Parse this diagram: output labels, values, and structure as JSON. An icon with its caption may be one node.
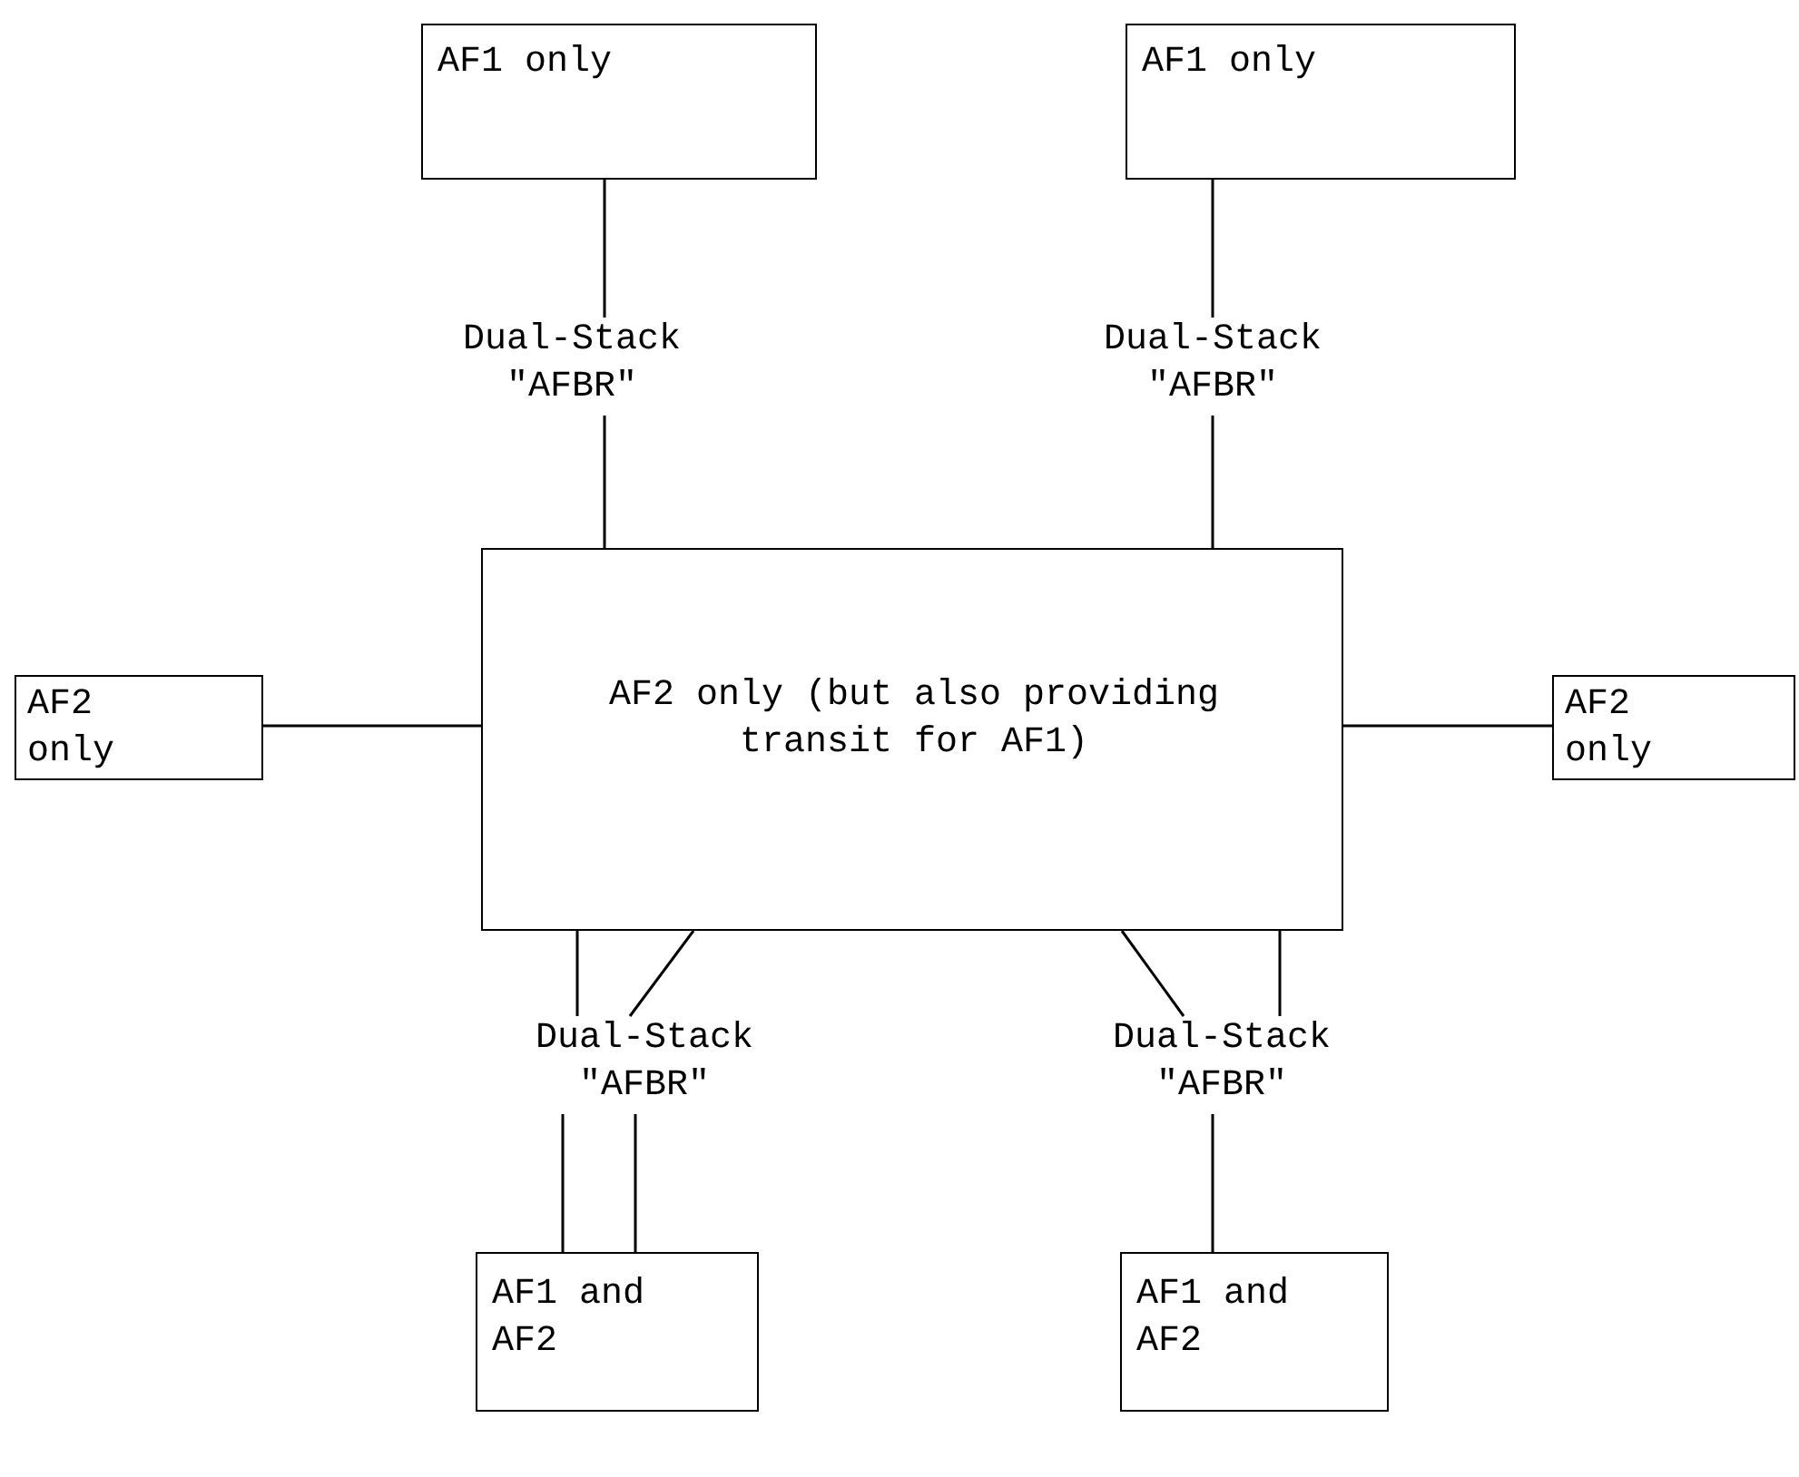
{
  "diagram": {
    "nodes": [
      {
        "text": [
          "AF1 only"
        ]
      },
      {
        "text": [
          "AF1 only"
        ]
      },
      {
        "text": [
          "Dual-Stack \"AFBR\""
        ]
      },
      {
        "text": [
          "Dual-Stack \"AFBR\""
        ]
      },
      {
        "text": [
          "AF2 only (but also providing transit for AF1)"
        ]
      },
      {
        "text": [
          "AF2 only"
        ]
      },
      {
        "text": [
          "AF2 only"
        ]
      },
      {
        "text": [
          "Dual-Stack \"AFBR\""
        ]
      },
      {
        "text": [
          "Dual-Stack \"AFBR\""
        ]
      },
      {
        "text": [
          "AF1 and AF2"
        ]
      },
      {
        "text": [
          "AF1 and AF2"
        ]
      }
    ],
    "edges": [
      {
        "from": 0,
        "to": 2,
        "arrow": "none"
      },
      {
        "from": 2,
        "to": 4,
        "arrow": "none"
      },
      {
        "from": 1,
        "to": 3,
        "arrow": "none"
      },
      {
        "from": 3,
        "to": 4,
        "arrow": "none"
      },
      {
        "from": 5,
        "to": 4,
        "arrow": "none"
      },
      {
        "from": 4,
        "to": 6,
        "arrow": "none"
      },
      {
        "from": 4,
        "to": 7,
        "arrow": "none"
      },
      {
        "from": 4,
        "to": 7,
        "arrow": "none"
      },
      {
        "from": 7,
        "to": 9,
        "arrow": "none"
      },
      {
        "from": 7,
        "to": 9,
        "arrow": "none"
      },
      {
        "from": 4,
        "to": 8,
        "arrow": "none"
      },
      {
        "from": 4,
        "to": 8,
        "arrow": "none"
      },
      {
        "from": 8,
        "to": 10,
        "arrow": "none"
      }
    ]
  }
}
